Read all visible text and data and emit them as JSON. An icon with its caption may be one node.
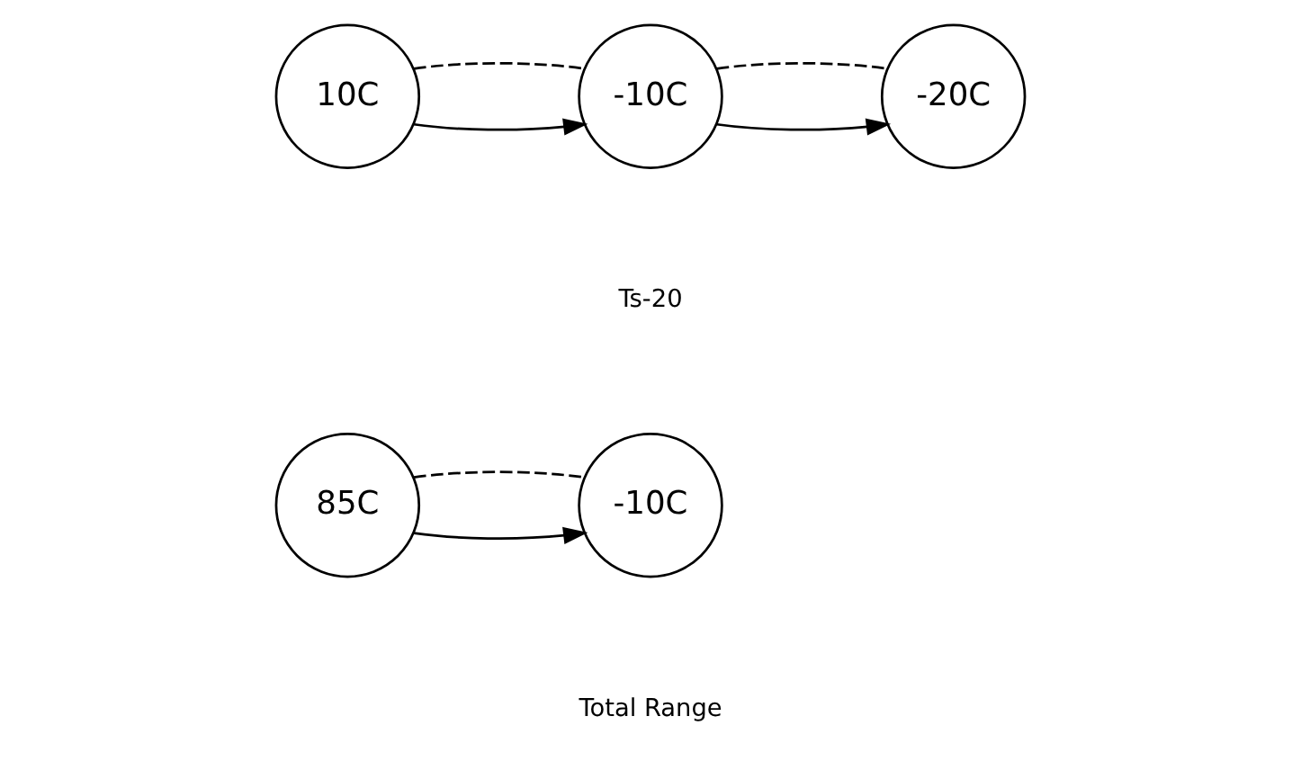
{
  "diagram": {
    "nodes": [
      {
        "text": [
          "85C"
        ]
      },
      {
        "text": [
          "-10C"
        ]
      },
      {
        "text": [
          "10C"
        ]
      },
      {
        "text": [
          "-10C"
        ]
      },
      {
        "text": [
          "-20C"
        ]
      }
    ],
    "edges": [
      {
        "from": 0,
        "to": 1,
        "arrow": "to"
      },
      {
        "from": 0,
        "to": 1,
        "arrow": "none",
        "style": "dashed"
      },
      {
        "from": 2,
        "to": 3,
        "arrow": "to"
      },
      {
        "from": 3,
        "to": 4,
        "arrow": "to"
      },
      {
        "from": 2,
        "to": 3,
        "arrow": "none",
        "style": "dashed"
      },
      {
        "from": 3,
        "to": 4,
        "arrow": "none",
        "style": "dashed"
      }
    ],
    "labels": [
      "Total Range",
      "Ts-20"
    ]
  }
}
